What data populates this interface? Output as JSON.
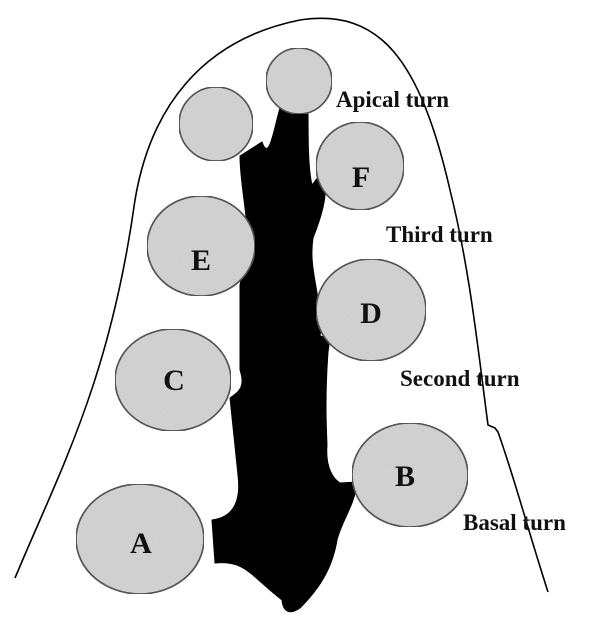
{
  "diagram": {
    "nodes": [
      {
        "id": "A",
        "label": "A"
      },
      {
        "id": "B",
        "label": "B"
      },
      {
        "id": "C",
        "label": "C"
      },
      {
        "id": "D",
        "label": "D"
      },
      {
        "id": "E",
        "label": "E"
      },
      {
        "id": "F",
        "label": "F"
      },
      {
        "id": "top-left",
        "label": ""
      },
      {
        "id": "top-center",
        "label": ""
      }
    ],
    "turn_labels": {
      "apical": "Apical turn",
      "third": "Third turn",
      "second": "Second turn",
      "basal": "Basal turn"
    },
    "colors": {
      "outline": "#000000",
      "stalk": "#000000",
      "node_fill": "#d4d4d4",
      "background": "#ffffff"
    }
  }
}
